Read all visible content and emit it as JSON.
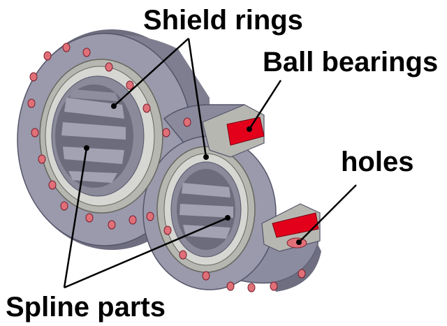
{
  "labels": {
    "shield_rings": "Shield rings",
    "ball_bearings": "Ball bearings",
    "holes": "holes",
    "spline_parts": "Spline parts"
  },
  "colors": {
    "housing": "#8c8ca0",
    "housing_dark": "#6e6e80",
    "housing_light": "#a9a9bb",
    "ring": "#d6d6d2",
    "ring_shade": "#b7b7b2",
    "spline": "#7a7a8a",
    "spline_light": "#a2a2b2",
    "bearing_red": "#e3001b",
    "hole_pink": "#e07078",
    "leader": "#000000"
  }
}
